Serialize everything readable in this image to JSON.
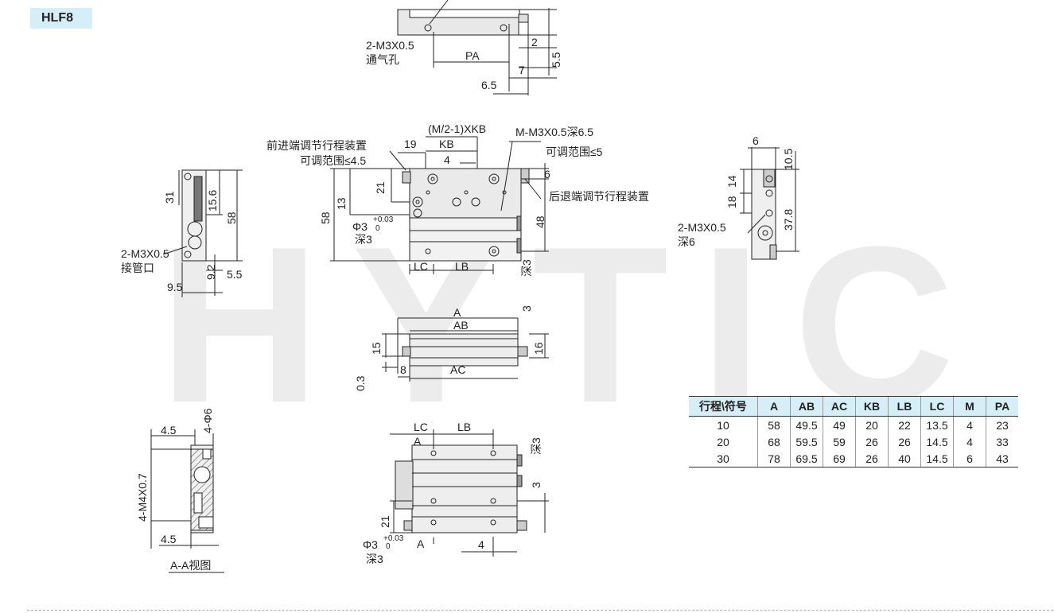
{
  "badge": "HLF8",
  "watermark": "HYTIC",
  "labels": {
    "top_vent": "2-M3X0.5",
    "top_vent_sub": "通气孔",
    "pa": "PA",
    "d2": "2",
    "d55a": "5.5",
    "d7": "7",
    "d65": "6.5",
    "mkb": "(M/2-1)XKB",
    "mm3": "M-M3X0.5深6.5",
    "front_adj": "前进端调节行程装置",
    "front_range": "可调范围≤4.5",
    "d19": "19",
    "kb": "KB",
    "d4": "4",
    "rear_range": "可调范围≤5",
    "d6a": "6",
    "rear_adj": "后退端调节行程装置",
    "d21": "21",
    "d13": "13",
    "d58a": "58",
    "phi3": "Φ3",
    "tol_up": "+0.03",
    "tol_lo": "0",
    "deep3": "深3",
    "d48": "48",
    "lc": "LC",
    "lb": "LB",
    "deep3v": "深3",
    "d3": "3",
    "d31": "31",
    "d156": "15.6",
    "d58b": "58",
    "port": "2-M3X0.5",
    "port_sub": "接管口",
    "d92": "9.2",
    "d55b": "5.5",
    "d95": "9.5",
    "r6": "6",
    "r105": "10.5",
    "r14": "14",
    "r18": "18",
    "r378": "37.8",
    "r_m3": "2-M3X0.5",
    "r_deep6": "深6",
    "a": "A",
    "ab": "AB",
    "d15": "15",
    "d16": "16",
    "d8": "8",
    "ac": "AC",
    "d03": "0.3",
    "aa45a": "4.5",
    "aa_phi6": "4-Φ6",
    "aa_m4": "4-M4X0.7",
    "aa45b": "4.5",
    "aa_title": "A-A视图",
    "b_lc": "LC",
    "b_lb": "LB",
    "b_a1": "A",
    "b_deep3": "深3",
    "b_3": "3",
    "b_21": "21",
    "b_phi3": "Φ3",
    "b_deep3b": "深3",
    "b_a2": "A",
    "b_4": "4"
  },
  "table": {
    "headers": [
      "行程\\符号",
      "A",
      "AB",
      "AC",
      "KB",
      "LB",
      "LC",
      "M",
      "PA"
    ],
    "rows": [
      [
        "10",
        "58",
        "49.5",
        "49",
        "20",
        "22",
        "13.5",
        "4",
        "23"
      ],
      [
        "20",
        "68",
        "59.5",
        "59",
        "26",
        "26",
        "14.5",
        "4",
        "33"
      ],
      [
        "30",
        "78",
        "69.5",
        "69",
        "26",
        "40",
        "14.5",
        "6",
        "43"
      ]
    ]
  }
}
